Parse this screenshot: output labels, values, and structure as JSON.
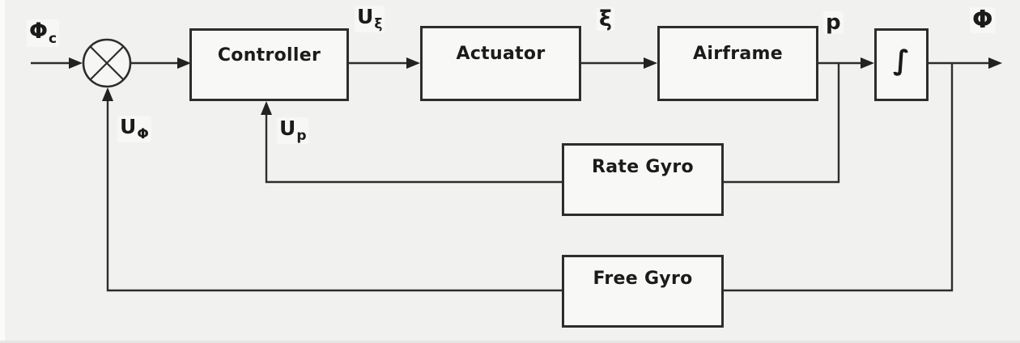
{
  "diagram": {
    "type": "control-system-block-diagram",
    "subject": "aircraft roll attitude control loop",
    "blocks": [
      {
        "id": "controller",
        "label": "Controller"
      },
      {
        "id": "actuator",
        "label": "Actuator"
      },
      {
        "id": "airframe",
        "label": "Airframe"
      },
      {
        "id": "integrator",
        "label": "∫"
      },
      {
        "id": "rate-gyro",
        "label": "Rate Gyro"
      },
      {
        "id": "free-gyro",
        "label": "Free Gyro"
      }
    ],
    "signals": {
      "phi_c": {
        "main": "Φ",
        "sub": "c"
      },
      "u_xi": {
        "main": "U",
        "sub": "ξ"
      },
      "xi": {
        "main": "ξ"
      },
      "p": {
        "main": "p"
      },
      "phi": {
        "main": "Φ"
      },
      "u_phi": {
        "main": "U",
        "sub": "Φ"
      },
      "u_p": {
        "main": "U",
        "sub": "p"
      }
    },
    "colors": {
      "background": "#f1f1ef",
      "line": "#2d2d2d",
      "block_fill": "#f8f8f6",
      "block_border": "#2d2d2d",
      "text": "#1b1b1b"
    }
  }
}
